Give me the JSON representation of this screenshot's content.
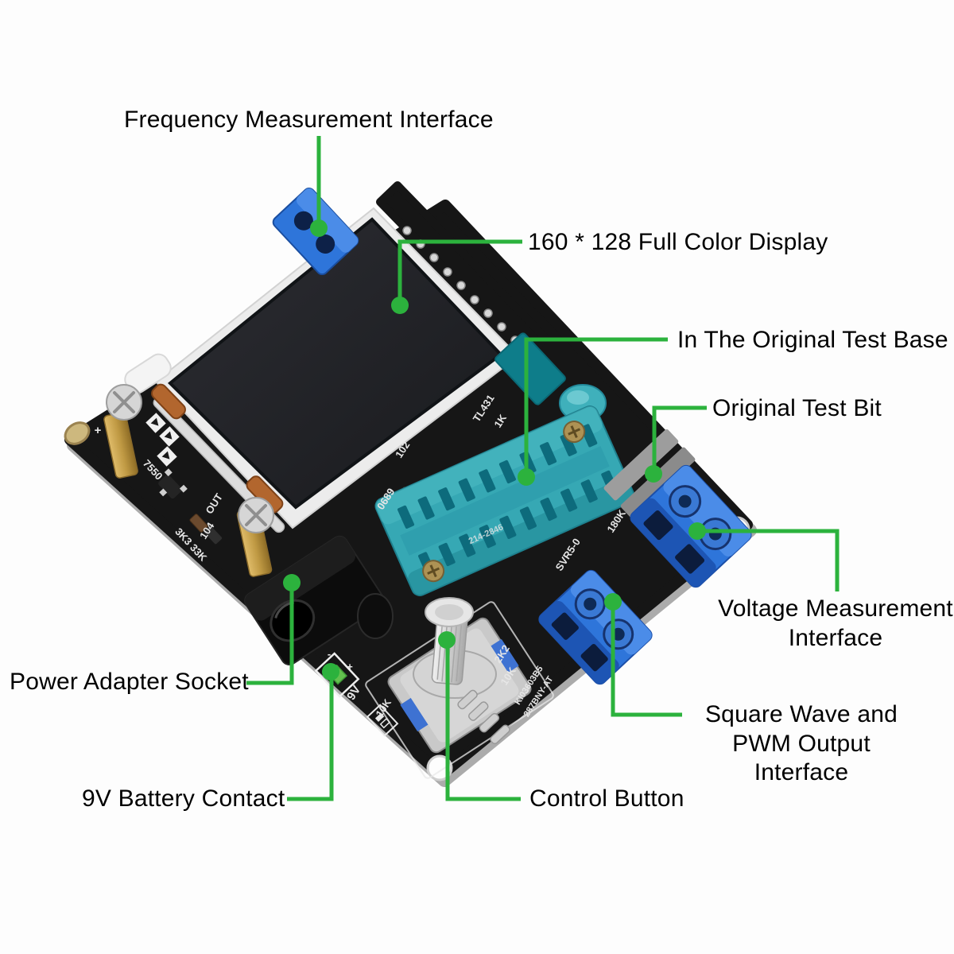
{
  "labels": {
    "frequency": "Frequency Measurement Interface",
    "display": "160 * 128 Full Color Display",
    "test_base": "In The Original Test Base",
    "test_bit": "Original Test Bit",
    "voltage": "Voltage Measurement\nInterface",
    "square_wave": "Square Wave and\nPWM Output Interface",
    "power": "Power Adapter Socket",
    "battery": "9V Battery Contact",
    "control": "Control Button"
  },
  "silkscreen": {
    "tl431": "TL431",
    "r1k": "1K",
    "c102": "102",
    "c0689": "0689",
    "c104": "104",
    "r3k3": "3K3 33K",
    "reg7550": "7550",
    "out": "OUT",
    "r180k": "180K",
    "svr5": "SVR5-0",
    "r2k2": "2K2",
    "r10k": "10K",
    "r10k2": "10K",
    "id1": "KI03603B5",
    "id2": "287BNY-AT",
    "bat9v": "9V",
    "plus": "+",
    "minus": "-",
    "plus_corner": "+",
    "socket_mold": "214-2846"
  },
  "colors": {
    "callout": "#2cb23d",
    "board": "#161616",
    "socket": "#36a8b4",
    "terminal": "#2e75da",
    "screen": "#23242a"
  }
}
